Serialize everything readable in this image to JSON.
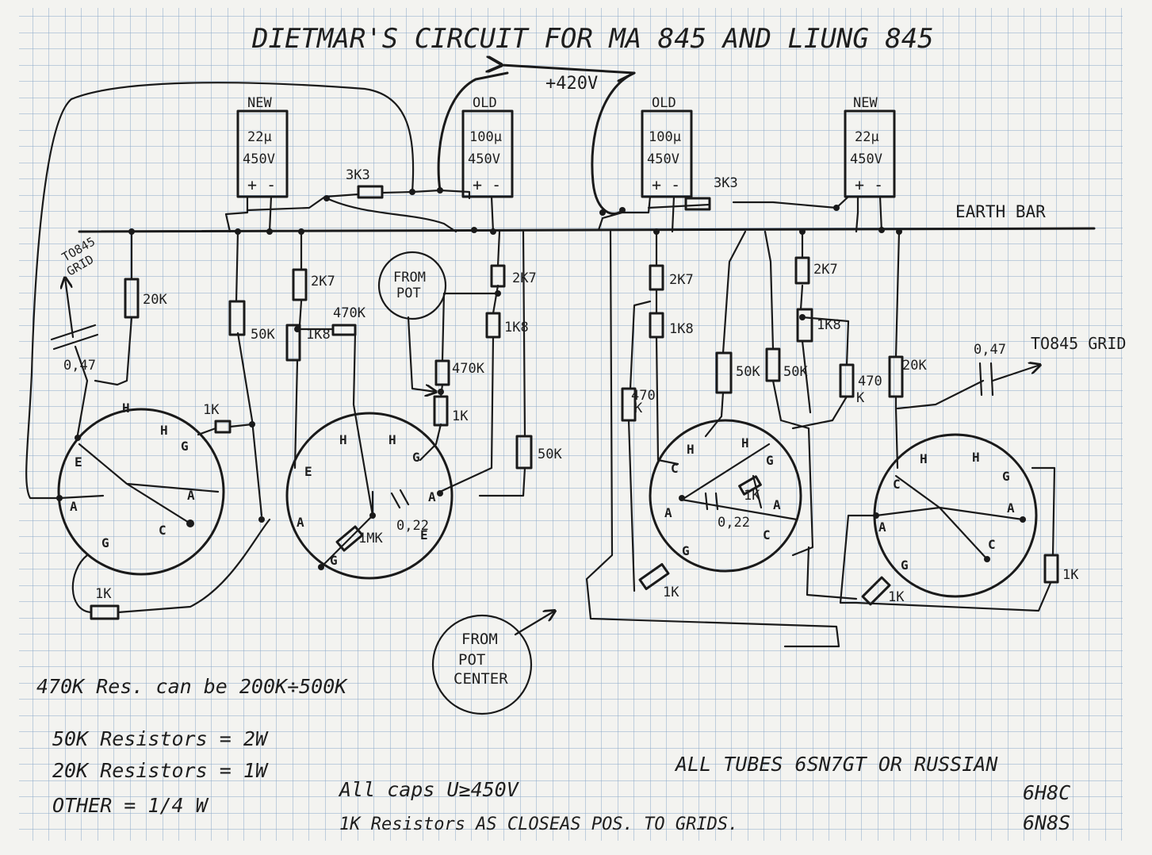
{
  "title": "DIETMAR'S CIRCUIT  FOR  MA 845  AND  LIUNG 845",
  "supply": "+420V",
  "earth_bar": "EARTH BAR",
  "capacitors": [
    {
      "status": "NEW",
      "value": "22µ",
      "voltage": "450V",
      "polarity": "+ -"
    },
    {
      "status": "OLD",
      "value": "100µ",
      "voltage": "450V",
      "polarity": "+ -"
    },
    {
      "status": "OLD",
      "value": "100µ",
      "voltage": "450V",
      "polarity": "+ -"
    },
    {
      "status": "NEW",
      "value": "22µ",
      "voltage": "450V",
      "polarity": "+ -"
    }
  ],
  "resistors": {
    "r3k3": "3K3",
    "r20k": "20K",
    "r2k7": "2K7",
    "r1k8": "1K8",
    "r50k": "50K",
    "r1k": "1K",
    "r470k": "470K",
    "r470k_split": [
      "470",
      "K"
    ],
    "r1m": "1MK"
  },
  "coupling_caps": {
    "c047": "0,47",
    "c022": "0,22"
  },
  "pins": {
    "h": "H",
    "g": "G",
    "a": "A",
    "c": "C",
    "e": "E"
  },
  "callouts": {
    "to_left_grid": [
      "TO845",
      "GRID"
    ],
    "to_right_grid": "TO845 GRID",
    "from_pot": [
      "FROM",
      "POT"
    ],
    "from_pot_center": [
      "FROM",
      "POT",
      "CENTER"
    ]
  },
  "notes": {
    "n1": "470K Res. can be 200K÷500K",
    "n2": "50K Resistors = 2W",
    "n3": "20K Resistors = 1W",
    "n4": "OTHER = 1/4 W",
    "n5": "All caps U≥450V",
    "n6": "1K Resistors AS CLOSEAS POS. TO GRIDS.",
    "tubes_line": "ALL TUBES   6SN7GT OR  RUSSIAN",
    "tubes_alt1": "6H8C",
    "tubes_alt2": "6N8S"
  },
  "colors": {
    "paper": "#f3f3f0",
    "grid": "#8aa7c8",
    "ink": "#1a1a1a"
  }
}
